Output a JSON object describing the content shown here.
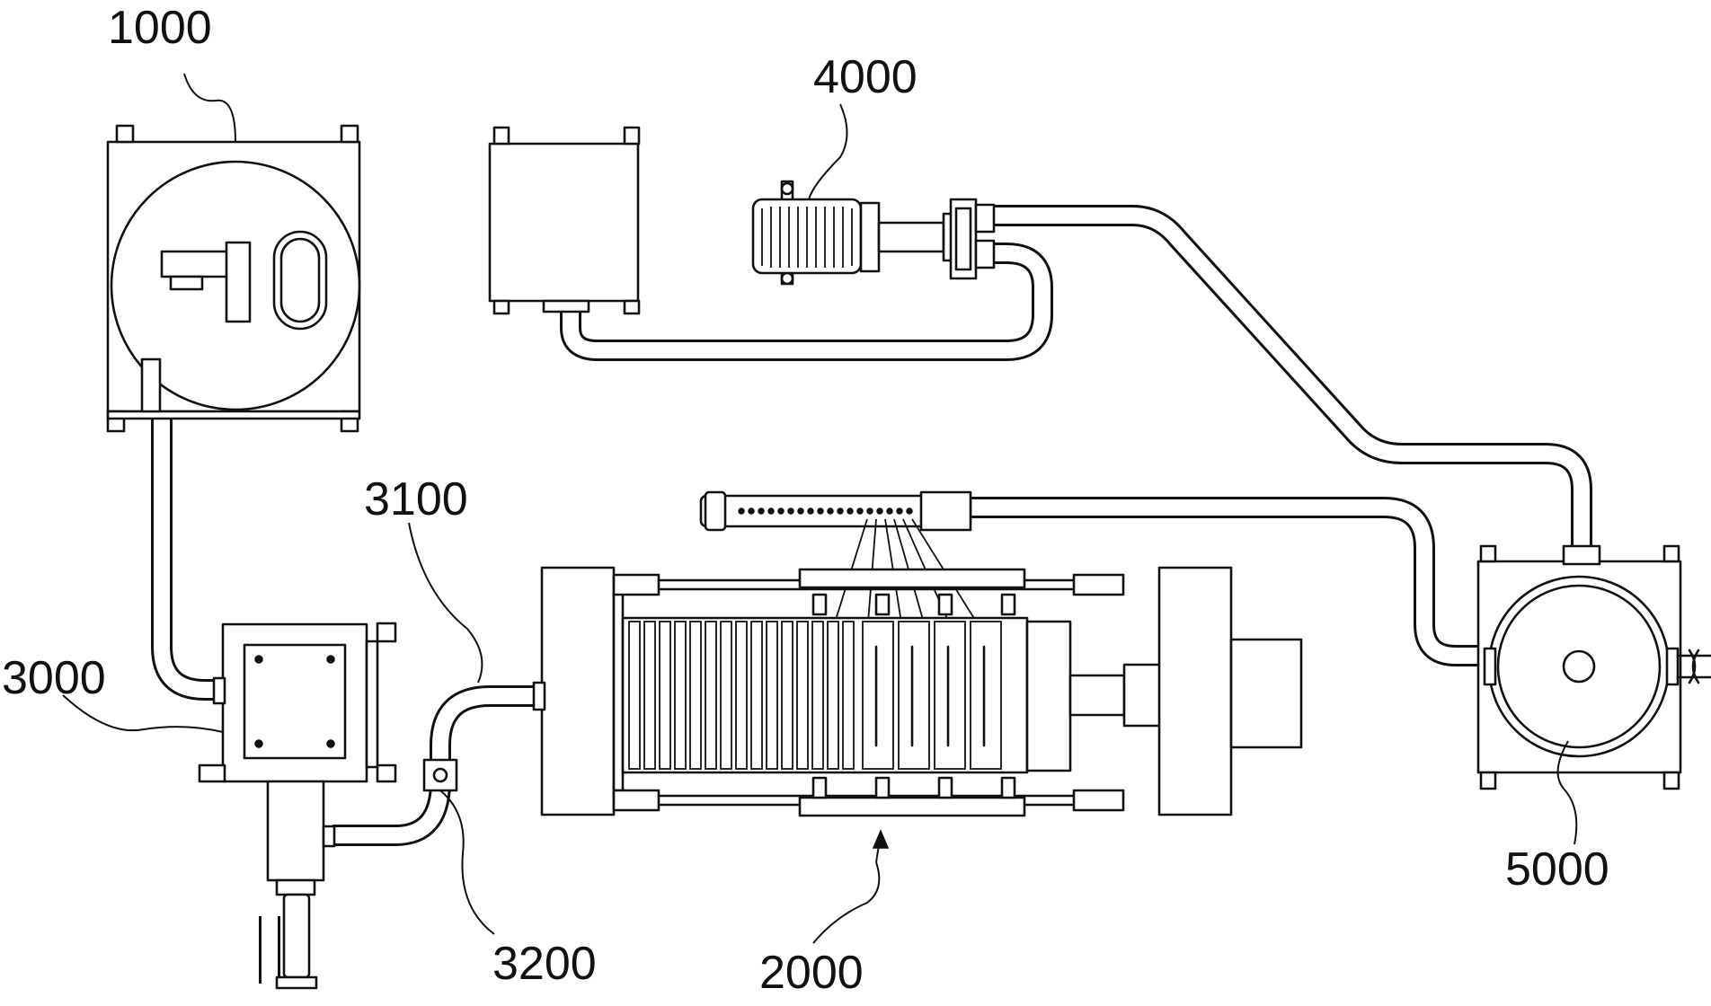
{
  "labels": {
    "tank_1000": "1000",
    "box_4000": "4000",
    "filter_press_2000": "2000",
    "unit_3000": "3000",
    "pipe_3100": "3100",
    "valve_3200": "3200",
    "tank_5000": "5000"
  }
}
